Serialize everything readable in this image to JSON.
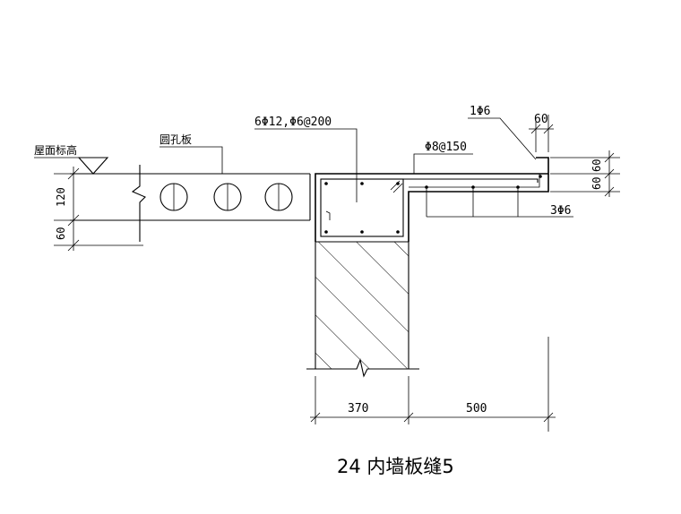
{
  "labels": {
    "roof_elevation": "屋面标高",
    "hollow_slab": "圆孔板",
    "beam_rebar": "6Φ12,Φ6@200",
    "slab_rebar": "Φ8@150",
    "top_bar": "1Φ6",
    "bottom_bars": "3Φ6"
  },
  "dimensions": {
    "slab_thickness": "120",
    "below_slab": "60",
    "lip_width": "60",
    "ledge_upper": "60",
    "ledge_lower": "60",
    "wall_width": "370",
    "cantilever": "500"
  },
  "title": "24 内墙板缝5"
}
